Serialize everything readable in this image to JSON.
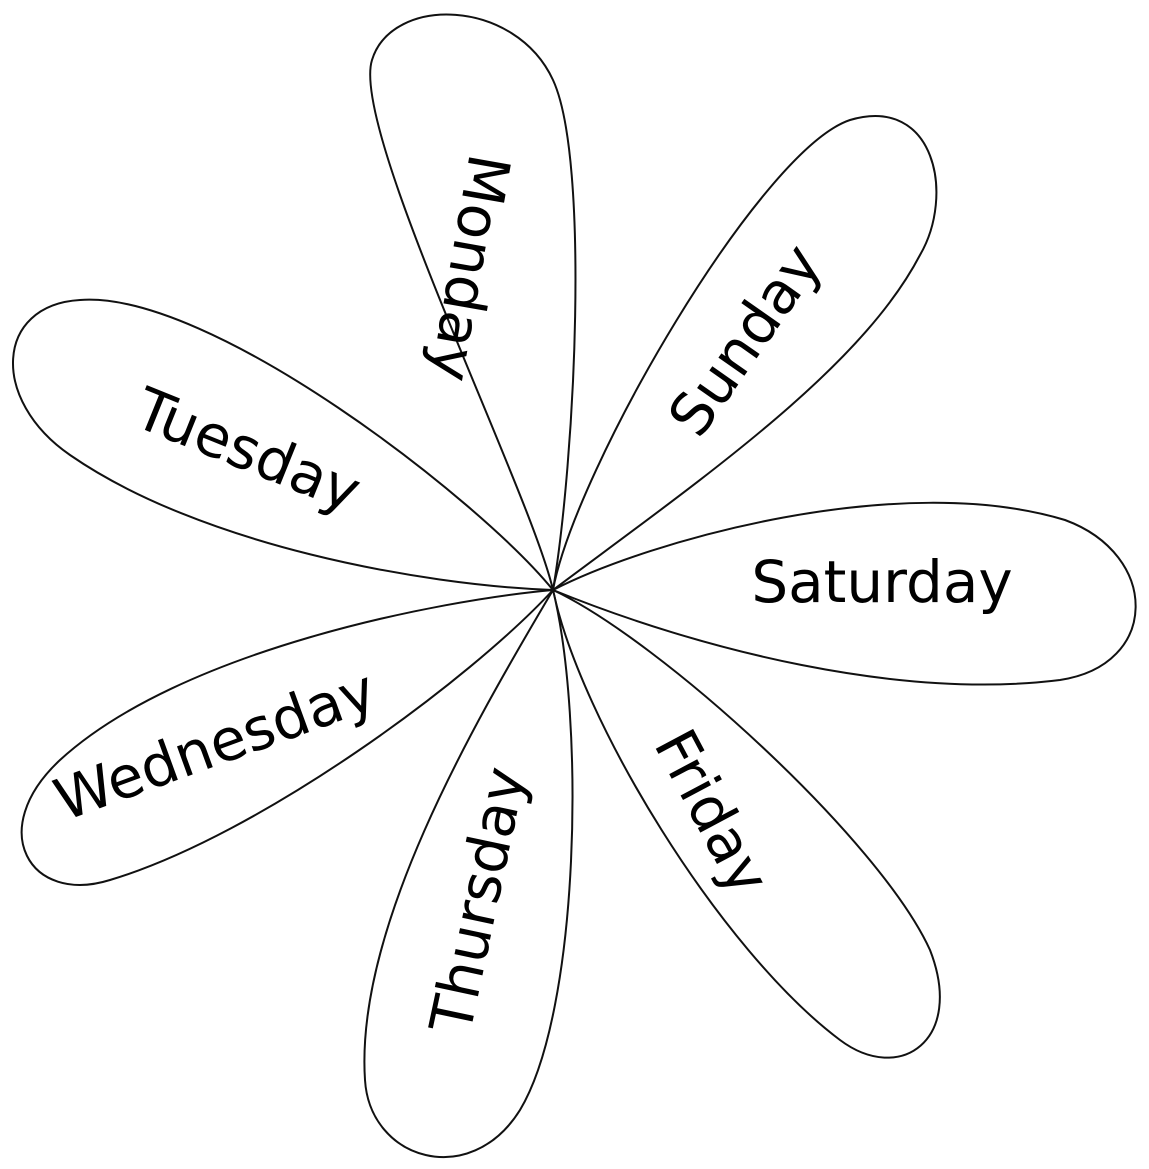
{
  "petals": [
    {
      "label": "Monday"
    },
    {
      "label": "Sunday"
    },
    {
      "label": "Saturday"
    },
    {
      "label": "Friday"
    },
    {
      "label": "Thursday"
    },
    {
      "label": "Wednesday"
    },
    {
      "label": "Tuesday"
    }
  ],
  "colors": {
    "stroke": "#111111",
    "fill": "#ffffff",
    "text": "#000000"
  }
}
